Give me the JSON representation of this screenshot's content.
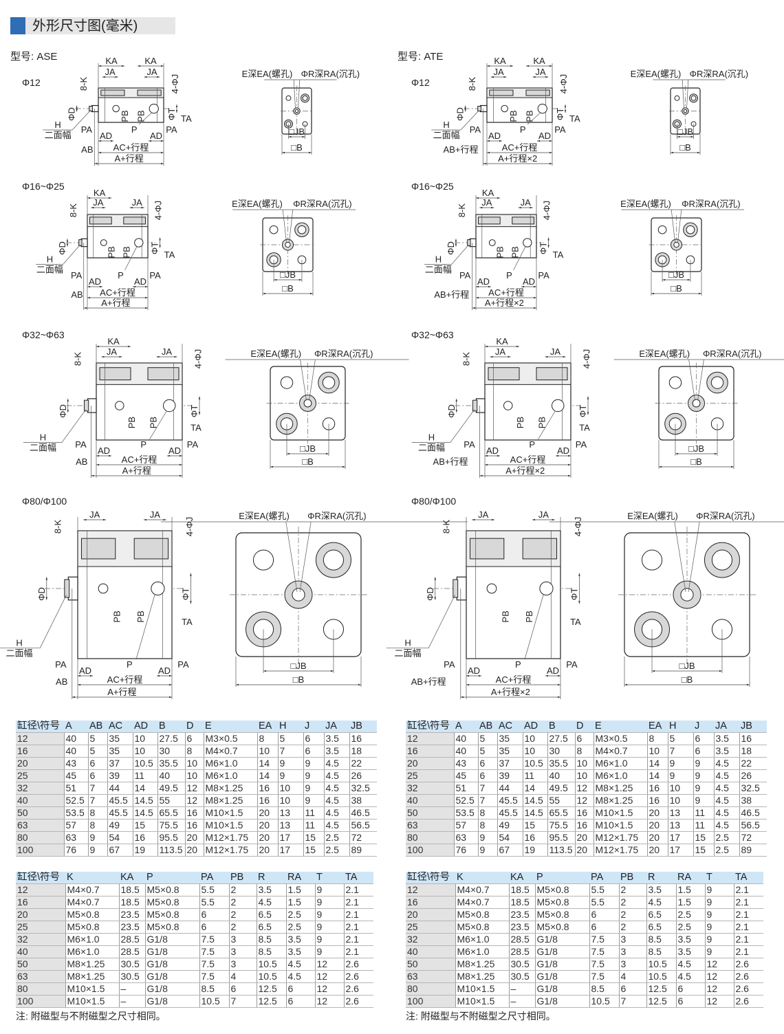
{
  "header": {
    "title": "外形尺寸图(毫米)"
  },
  "models": [
    {
      "label": "型号: ASE",
      "stroke_total": "A+行程",
      "ab_label": "AB"
    },
    {
      "label": "型号: ATE",
      "stroke_total": "A+行程×2",
      "ab_label": "AB+行程"
    }
  ],
  "sizes": [
    "Φ12",
    "Φ16~Φ25",
    "Φ32~Φ63",
    "Φ80/Φ100"
  ],
  "labels": {
    "KA": "KA",
    "JA": "JA",
    "K8": "8-K",
    "J4": "4-ΦJ",
    "D": "ΦD",
    "T": "ΦT",
    "H": "H",
    "flat": "二面幅",
    "PA": "PA",
    "P": "P",
    "PB": "PB",
    "TA": "TA",
    "AD": "AD",
    "AC": "AC+行程",
    "E": "E深EA(螺孔)",
    "R": "ΦR深RA(沉孔)",
    "JB": "□JB",
    "B": "□B"
  },
  "table1": {
    "headers": [
      "缸径\\符号",
      "A",
      "AB",
      "AC",
      "AD",
      "B",
      "D",
      "E",
      "EA",
      "H",
      "J",
      "JA",
      "JB"
    ],
    "rows": [
      [
        "12",
        "40",
        "5",
        "35",
        "10",
        "27.5",
        "6",
        "M3×0.5",
        "8",
        "5",
        "6",
        "3.5",
        "16"
      ],
      [
        "16",
        "40",
        "5",
        "35",
        "10",
        "30",
        "8",
        "M4×0.7",
        "10",
        "7",
        "6",
        "3.5",
        "18"
      ],
      [
        "20",
        "43",
        "6",
        "37",
        "10.5",
        "35.5",
        "10",
        "M6×1.0",
        "14",
        "9",
        "9",
        "4.5",
        "22"
      ],
      [
        "25",
        "45",
        "6",
        "39",
        "11",
        "40",
        "10",
        "M6×1.0",
        "14",
        "9",
        "9",
        "4.5",
        "26"
      ],
      [
        "32",
        "51",
        "7",
        "44",
        "14",
        "49.5",
        "12",
        "M8×1.25",
        "16",
        "10",
        "9",
        "4.5",
        "32.5"
      ],
      [
        "40",
        "52.5",
        "7",
        "45.5",
        "14.5",
        "55",
        "12",
        "M8×1.25",
        "16",
        "10",
        "9",
        "4.5",
        "38"
      ],
      [
        "50",
        "53.5",
        "8",
        "45.5",
        "14.5",
        "65.5",
        "16",
        "M10×1.5",
        "20",
        "13",
        "11",
        "4.5",
        "46.5"
      ],
      [
        "63",
        "57",
        "8",
        "49",
        "15",
        "75.5",
        "16",
        "M10×1.5",
        "20",
        "13",
        "11",
        "4.5",
        "56.5"
      ],
      [
        "80",
        "63",
        "9",
        "54",
        "16",
        "95.5",
        "20",
        "M12×1.75",
        "20",
        "17",
        "15",
        "2.5",
        "72"
      ],
      [
        "100",
        "76",
        "9",
        "67",
        "19",
        "113.5",
        "20",
        "M12×1.75",
        "20",
        "17",
        "15",
        "2.5",
        "89"
      ]
    ]
  },
  "table2": {
    "headers": [
      "缸径\\符号",
      "K",
      "KA",
      "P",
      "PA",
      "PB",
      "R",
      "RA",
      "T",
      "TA"
    ],
    "rows": [
      [
        "12",
        "M4×0.7",
        "18.5",
        "M5×0.8",
        "5.5",
        "2",
        "3.5",
        "1.5",
        "9",
        "2.1"
      ],
      [
        "16",
        "M4×0.7",
        "18.5",
        "M5×0.8",
        "5.5",
        "2",
        "4.5",
        "1.5",
        "9",
        "2.1"
      ],
      [
        "20",
        "M5×0.8",
        "23.5",
        "M5×0.8",
        "6",
        "2",
        "6.5",
        "2.5",
        "9",
        "2.1"
      ],
      [
        "25",
        "M5×0.8",
        "23.5",
        "M5×0.8",
        "6",
        "2",
        "6.5",
        "2.5",
        "9",
        "2.1"
      ],
      [
        "32",
        "M6×1.0",
        "28.5",
        "G1/8",
        "7.5",
        "3",
        "8.5",
        "3.5",
        "9",
        "2.1"
      ],
      [
        "40",
        "M6×1.0",
        "28.5",
        "G1/8",
        "7.5",
        "3",
        "8.5",
        "3.5",
        "9",
        "2.1"
      ],
      [
        "50",
        "M8×1.25",
        "30.5",
        "G1/8",
        "7.5",
        "3",
        "10.5",
        "4.5",
        "12",
        "2.6"
      ],
      [
        "63",
        "M8×1.25",
        "30.5",
        "G1/8",
        "7.5",
        "4",
        "10.5",
        "4.5",
        "12",
        "2.6"
      ],
      [
        "80",
        "M10×1.5",
        "–",
        "G1/8",
        "8.5",
        "6",
        "12.5",
        "6",
        "12",
        "2.6"
      ],
      [
        "100",
        "M10×1.5",
        "–",
        "G1/8",
        "10.5",
        "7",
        "12.5",
        "6",
        "12",
        "2.6"
      ]
    ]
  },
  "note": "注: 附磁型与不附磁型之尺寸相同。"
}
